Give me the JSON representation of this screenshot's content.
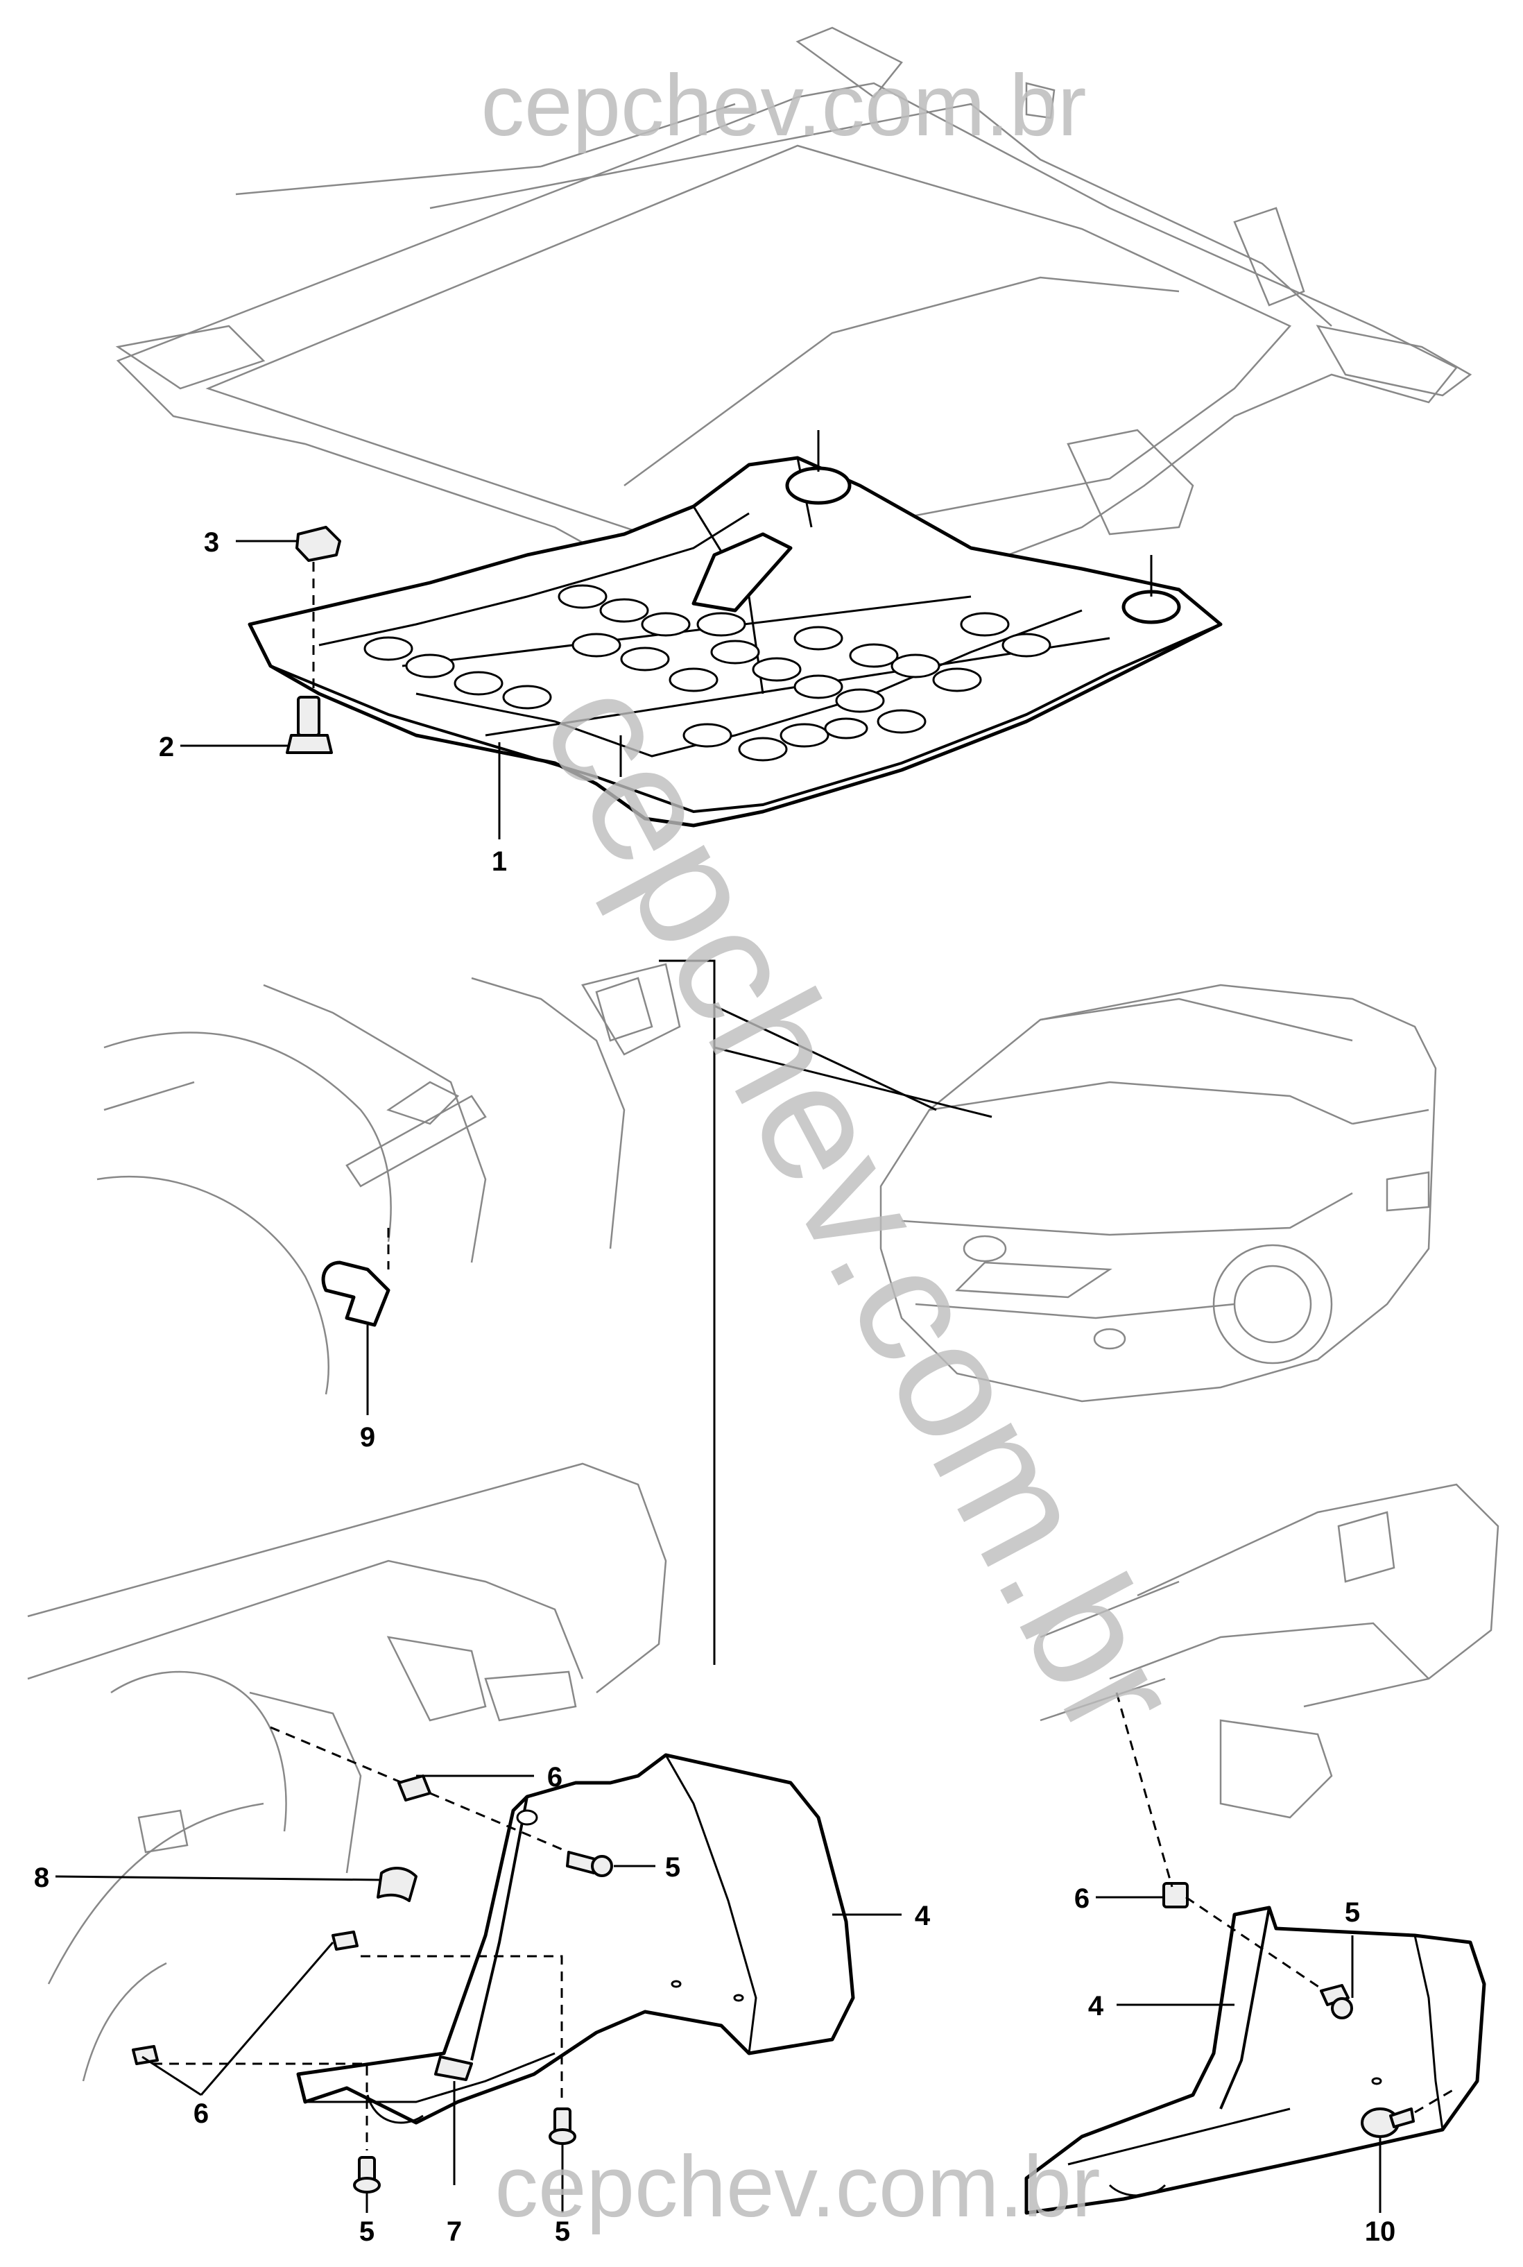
{
  "watermark": {
    "top": "cepchev.com.br",
    "diagonal": "cepchev.com.br",
    "bottom": "cepchev.com.br",
    "color": "#bdbdbd"
  },
  "callouts": {
    "c1": "1",
    "c2": "2",
    "c3": "3",
    "c4a": "4",
    "c4b": "4",
    "c5a": "5",
    "c5b": "5",
    "c5c": "5",
    "c5d": "5",
    "c6a": "6",
    "c6b": "6",
    "c6c": "6",
    "c7": "7",
    "c8": "8",
    "c9": "9",
    "c10": "10"
  }
}
